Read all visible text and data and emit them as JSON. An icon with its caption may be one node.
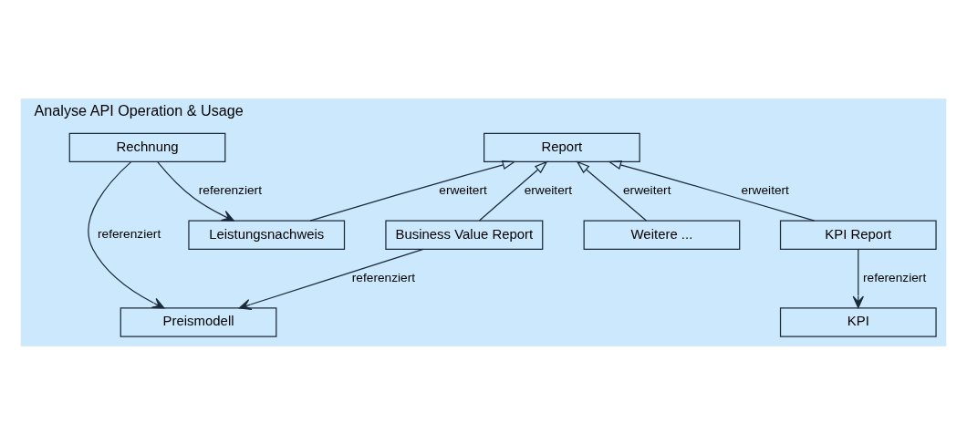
{
  "diagram": {
    "nodes": [
      {
        "text": [
          "Analyse API Operation & Usage"
        ]
      },
      {
        "text": [
          "Report"
        ],
        "in": 0
      },
      {
        "text": [
          "Leistungsnachweis"
        ],
        "in": 0
      },
      {
        "text": [
          "Business Value Report"
        ],
        "in": 0
      },
      {
        "text": [
          "KPI Report"
        ],
        "in": 0
      },
      {
        "text": [
          "Weitere ..."
        ],
        "in": 0
      },
      {
        "text": [
          "Rechnung"
        ],
        "in": 0
      },
      {
        "text": [
          "KPI"
        ],
        "in": 0
      },
      {
        "text": [
          "Preismodell"
        ],
        "in": 0
      }
    ],
    "edges": [
      {
        "from": 2,
        "to": 1,
        "arrow": "to",
        "label": "erweitert"
      },
      {
        "from": 3,
        "to": 1,
        "arrow": "to",
        "label": "erweitert"
      },
      {
        "from": 4,
        "to": 1,
        "arrow": "to",
        "label": "erweitert"
      },
      {
        "from": 5,
        "to": 1,
        "arrow": "to",
        "label": "erweitert"
      },
      {
        "from": 6,
        "to": 2,
        "arrow": "to",
        "label": "referenziert"
      },
      {
        "from": 6,
        "to": 8,
        "arrow": "to",
        "label": "referenziert"
      },
      {
        "from": 4,
        "to": 7,
        "arrow": "to",
        "label": "referenziert"
      },
      {
        "from": 3,
        "to": 8,
        "arrow": "to",
        "label": "referenziert"
      }
    ]
  }
}
